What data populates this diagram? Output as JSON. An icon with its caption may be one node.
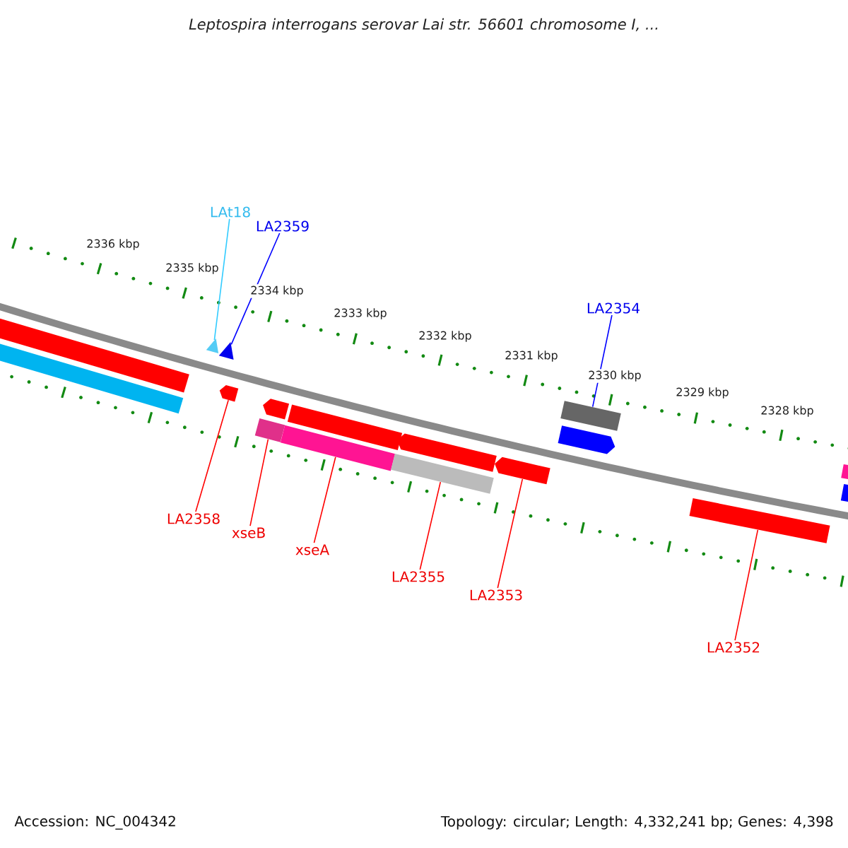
{
  "diagram": {
    "title": "Leptospira interrogans serovar Lai str. 56601 chromosome I, ...",
    "nodes": [
      {
        "text": [
          "LAt18"
        ]
      },
      {
        "text": [
          "LA2359"
        ]
      },
      {
        "text": [
          "LA2354"
        ]
      },
      {
        "text": [
          "LA2358"
        ]
      },
      {
        "text": [
          "xseB"
        ]
      },
      {
        "text": [
          "xseA"
        ]
      },
      {
        "text": [
          "LA2355"
        ]
      },
      {
        "text": [
          "LA2353"
        ]
      },
      {
        "text": [
          "LA2352"
        ]
      },
      {
        "text": [],
        "shape": "bar"
      },
      {
        "text": [],
        "shape": "bar"
      },
      {
        "text": [],
        "shape": "triangle"
      },
      {
        "text": [],
        "shape": "triangle"
      },
      {
        "text": [],
        "shape": "pentagon"
      },
      {
        "text": [],
        "shape": "bar"
      },
      {
        "text": [],
        "shape": "pentagon"
      },
      {
        "text": [],
        "shape": "bar"
      },
      {
        "text": [],
        "shape": "bar"
      },
      {
        "text": [],
        "shape": "bar"
      },
      {
        "text": [],
        "shape": "pentagon"
      },
      {
        "text": [],
        "shape": "pentagon"
      },
      {
        "text": [],
        "shape": "pentagon"
      },
      {
        "text": [],
        "shape": "bar"
      },
      {
        "text": [],
        "shape": "bar"
      },
      {
        "text": [],
        "shape": "bar"
      },
      {
        "text": [],
        "shape": "bar"
      }
    ],
    "edges": [
      {
        "from": 0,
        "to": 11,
        "arrow": "none",
        "color": "#33ccff"
      },
      {
        "from": 1,
        "to": 12,
        "arrow": "none",
        "color": "#0000ff"
      },
      {
        "from": 2,
        "to": 22,
        "arrow": "none",
        "color": "#0000ff"
      },
      {
        "from": 3,
        "to": 13,
        "arrow": "none"
      },
      {
        "from": 4,
        "to": 14,
        "arrow": "none"
      },
      {
        "from": 5,
        "to": 16,
        "arrow": "none"
      },
      {
        "from": 6,
        "to": 18,
        "arrow": "none"
      },
      {
        "from": 7,
        "to": 20,
        "arrow": "none"
      },
      {
        "from": 8,
        "to": 23,
        "arrow": "none"
      }
    ],
    "labels": [
      "2336 kbp",
      "2335 kbp",
      "2334 kbp",
      "2333 kbp",
      "2332 kbp",
      "2331 kbp",
      "2330 kbp",
      "2329 kbp",
      "2328 kbp",
      "Accession: NC_004342",
      "Topology: circular; Length: 4,332,241 bp; Genes: 4,398"
    ]
  }
}
